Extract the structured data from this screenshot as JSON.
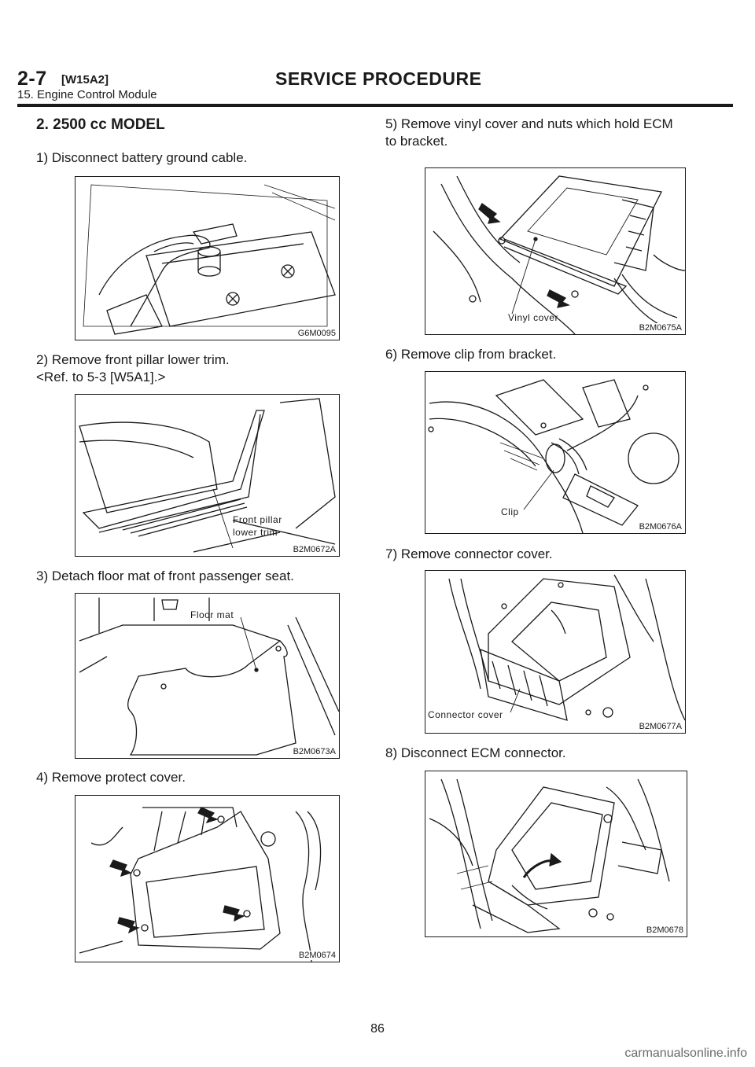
{
  "header": {
    "section": "2-7",
    "code": "[W15A2]",
    "title": "SERVICE PROCEDURE",
    "subtitle": "15. Engine Control Module"
  },
  "heading": "2. 2500 cc MODEL",
  "steps": {
    "s1": "1) Disconnect battery ground cable.",
    "s2a": "2) Remove front pillar lower trim.",
    "s2b": "<Ref. to 5-3 [W5A1].>",
    "s3": "3) Detach floor mat of front passenger seat.",
    "s4": "4) Remove protect cover.",
    "s5a": "5) Remove vinyl cover and nuts which hold ECM",
    "s5b": "to bracket.",
    "s6": "6) Remove clip from bracket.",
    "s7": "7) Remove connector cover.",
    "s8": "8) Disconnect ECM connector."
  },
  "figures": {
    "f1": {
      "code": "G6M0095"
    },
    "f2": {
      "code": "B2M0672A",
      "callout1": "Front pillar",
      "callout2": "lower trim"
    },
    "f3": {
      "code": "B2M0673A",
      "callout": "Floor mat"
    },
    "f4": {
      "code": "B2M0674"
    },
    "f5": {
      "code": "B2M0675A",
      "callout": "Vinyl cover"
    },
    "f6": {
      "code": "B2M0676A",
      "callout": "Clip"
    },
    "f7": {
      "code": "B2M0677A",
      "callout": "Connector cover"
    },
    "f8": {
      "code": "B2M0678"
    }
  },
  "page_number": "86",
  "watermark": "carmanualsonline.info"
}
